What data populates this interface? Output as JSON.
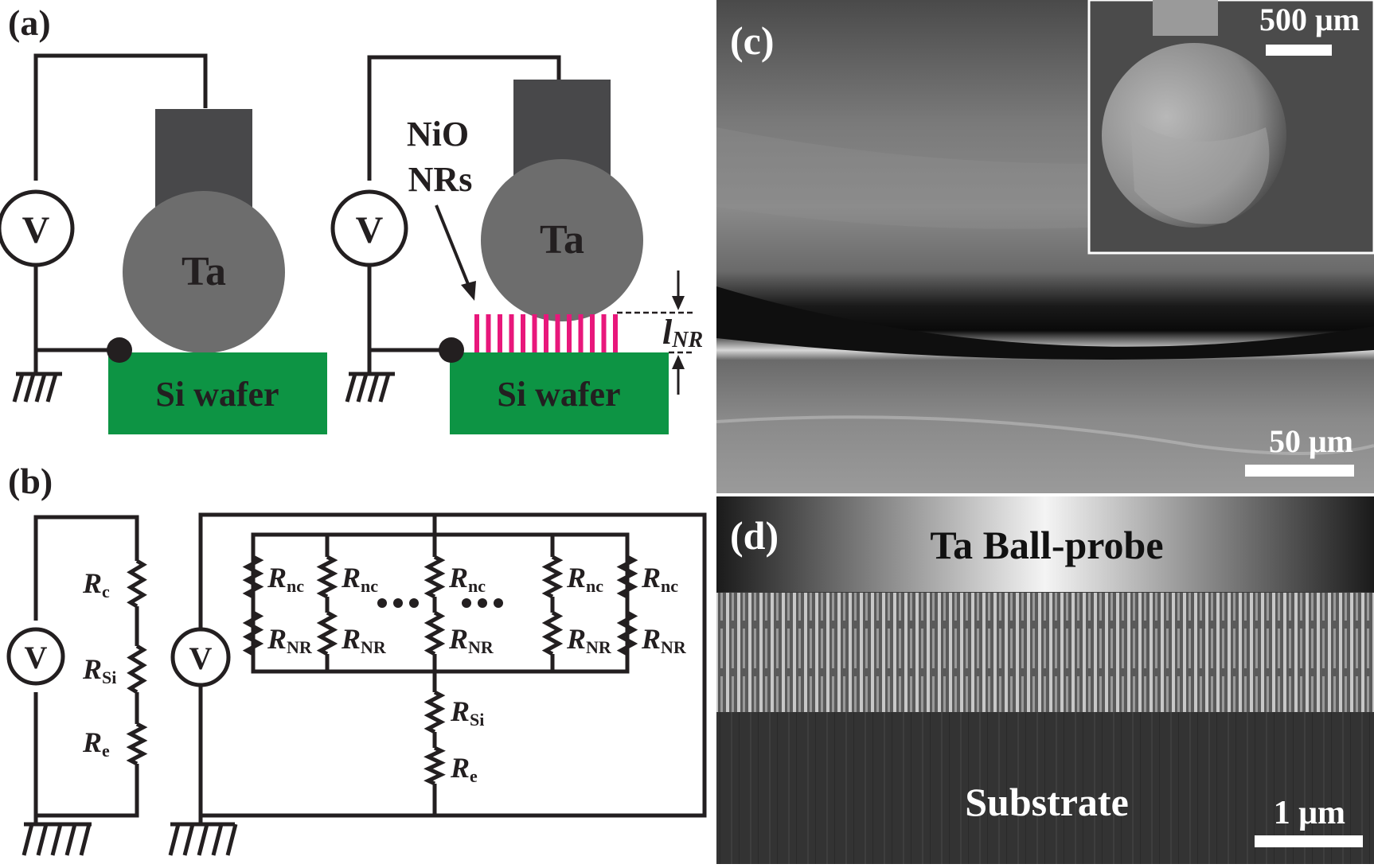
{
  "panels": {
    "a": {
      "label": "(a)"
    },
    "b": {
      "label": "(b)"
    },
    "c": {
      "label": "(c)"
    },
    "d": {
      "label": "(d)"
    }
  },
  "panel_a": {
    "left": {
      "voltmeter": "V",
      "probe": "Ta",
      "substrate": "Si wafer"
    },
    "right": {
      "voltmeter": "V",
      "probe": "Ta",
      "substrate": "Si wafer",
      "nanorods_label_line1": "NiO",
      "nanorods_label_line2": "NRs",
      "thickness_symbol": "l",
      "thickness_subscript": "NR"
    }
  },
  "panel_b": {
    "left": {
      "voltmeter": "V",
      "resistors": [
        {
          "symbol": "R",
          "sub": "c"
        },
        {
          "symbol": "R",
          "sub": "Si"
        },
        {
          "symbol": "R",
          "sub": "e"
        }
      ]
    },
    "right": {
      "voltmeter": "V",
      "nc": {
        "symbol": "R",
        "sub": "nc"
      },
      "nr": {
        "symbol": "R",
        "sub": "NR"
      },
      "si": {
        "symbol": "R",
        "sub": "Si"
      },
      "e": {
        "symbol": "R",
        "sub": "e"
      }
    }
  },
  "panel_c": {
    "inset_scale": "500 μm",
    "scale": "50 μm"
  },
  "panel_d": {
    "probe_label": "Ta Ball-probe",
    "substrate_label": "Substrate",
    "scale": "1 μm"
  },
  "colors": {
    "wire": "#231f20",
    "ta_sphere": "#6d6d6d",
    "ta_holder": "#48484a",
    "si_wafer": "#0d9444",
    "nanorods": "#e8177b"
  }
}
